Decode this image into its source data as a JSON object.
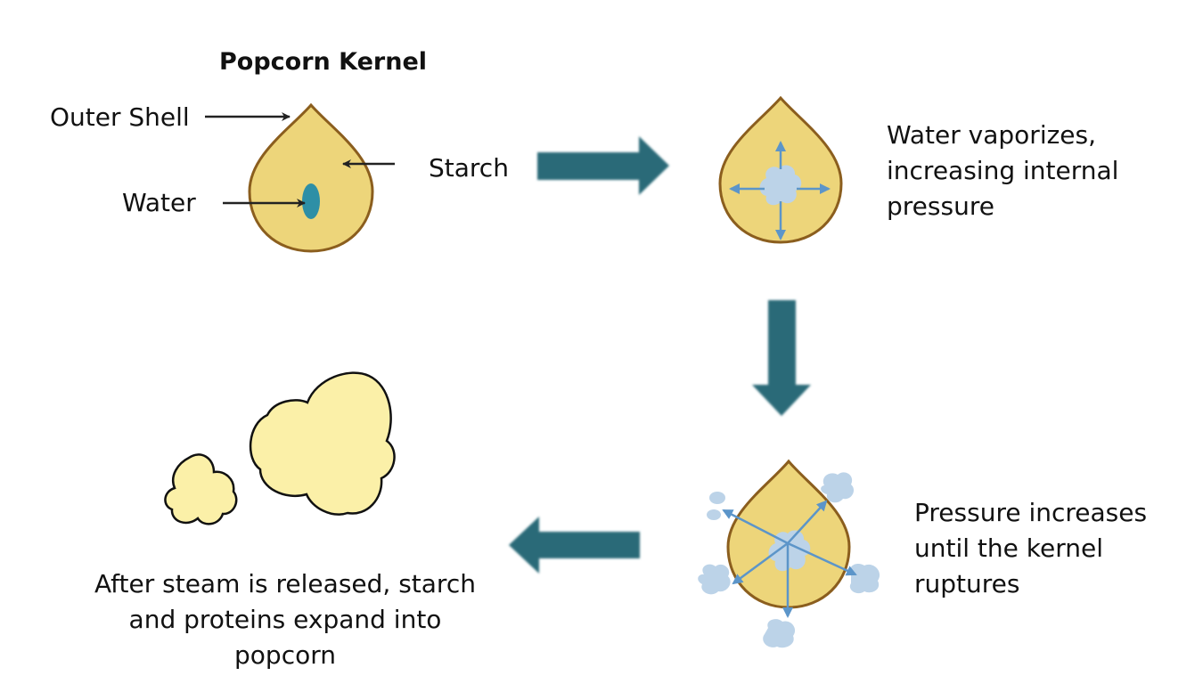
{
  "diagram": {
    "title": "Popcorn Kernel",
    "labels": {
      "outer_shell": "Outer Shell",
      "starch": "Starch",
      "water": "Water"
    },
    "steps": {
      "vaporize": [
        "Water vaporizes,",
        "increasing internal",
        "pressure"
      ],
      "rupture": [
        "Pressure increases",
        "until the kernel",
        "ruptures"
      ],
      "expand": [
        "After steam is released, starch",
        "and proteins expand into",
        "popcorn"
      ]
    }
  },
  "colors": {
    "kernel_fill": "#EDD57A",
    "kernel_stroke": "#8B5E1E",
    "water": "#2E8FA6",
    "steam": "#BCD3E8",
    "steam_arrow": "#5C95C9",
    "flow_arrow": "#2C6A78",
    "popcorn_fill": "#FBF0A8",
    "label_arrow": "#222222"
  }
}
